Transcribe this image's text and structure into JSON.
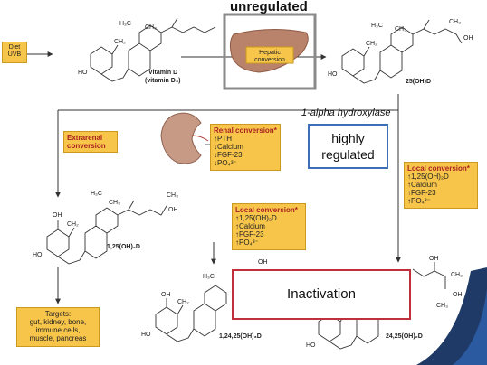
{
  "top_label": "unregulated",
  "diet_uvb": [
    "Diet",
    "UVB"
  ],
  "hepatic": [
    "Hepatic",
    "conversion"
  ],
  "vitd_label": [
    "Vitamin D",
    "(vitamin D₃)"
  ],
  "calcidiol_label": "25(OH)D",
  "alpha_label": "1-alpha hydroxylase",
  "highly_regulated": [
    "highly",
    "regulated"
  ],
  "extrarenal": [
    "Extrarenal",
    "conversion"
  ],
  "renal_box": {
    "title": "Renal conversion*",
    "lines": [
      "↑PTH",
      "↓Calcium",
      "↓FGF-23",
      "↓PO₄³⁻"
    ]
  },
  "local_box_left": {
    "title": "Local conversion*",
    "lines": [
      "↑1,25(OH)₂D",
      "↑Calcium",
      "↑FGF-23",
      "↑PO₄³⁻"
    ]
  },
  "local_box_right": {
    "title": "Local conversion*",
    "lines": [
      "↑1,25(OH)₂D",
      "↑Calcium",
      "↑FGF-23",
      "↑PO₄³⁻"
    ]
  },
  "calcitriol_label": "1,25(OH)₂D",
  "targets": [
    "Targets:",
    "gut, kidney, bone,",
    "immune cells,",
    "muscle, pancreas"
  ],
  "inactivation": "Inactivation",
  "t124_label": "1,24,25(OH)₃D",
  "t2425_label": "24,25(OH)₂D",
  "mol": {
    "h3c": "H₃C",
    "ch3": "CH₃",
    "ch2": "CH₂",
    "ho": "HO",
    "oh": "OH"
  },
  "colors": {
    "box_fill": "#f7c54a",
    "box_border": "#c99a1f",
    "header_red": "#a22",
    "gray_frame": "#8a8a8a",
    "blue_frame": "#3c6fb5",
    "red_frame": "#c0303a",
    "liver": "#b9826a",
    "kidney": "#c79a86"
  }
}
